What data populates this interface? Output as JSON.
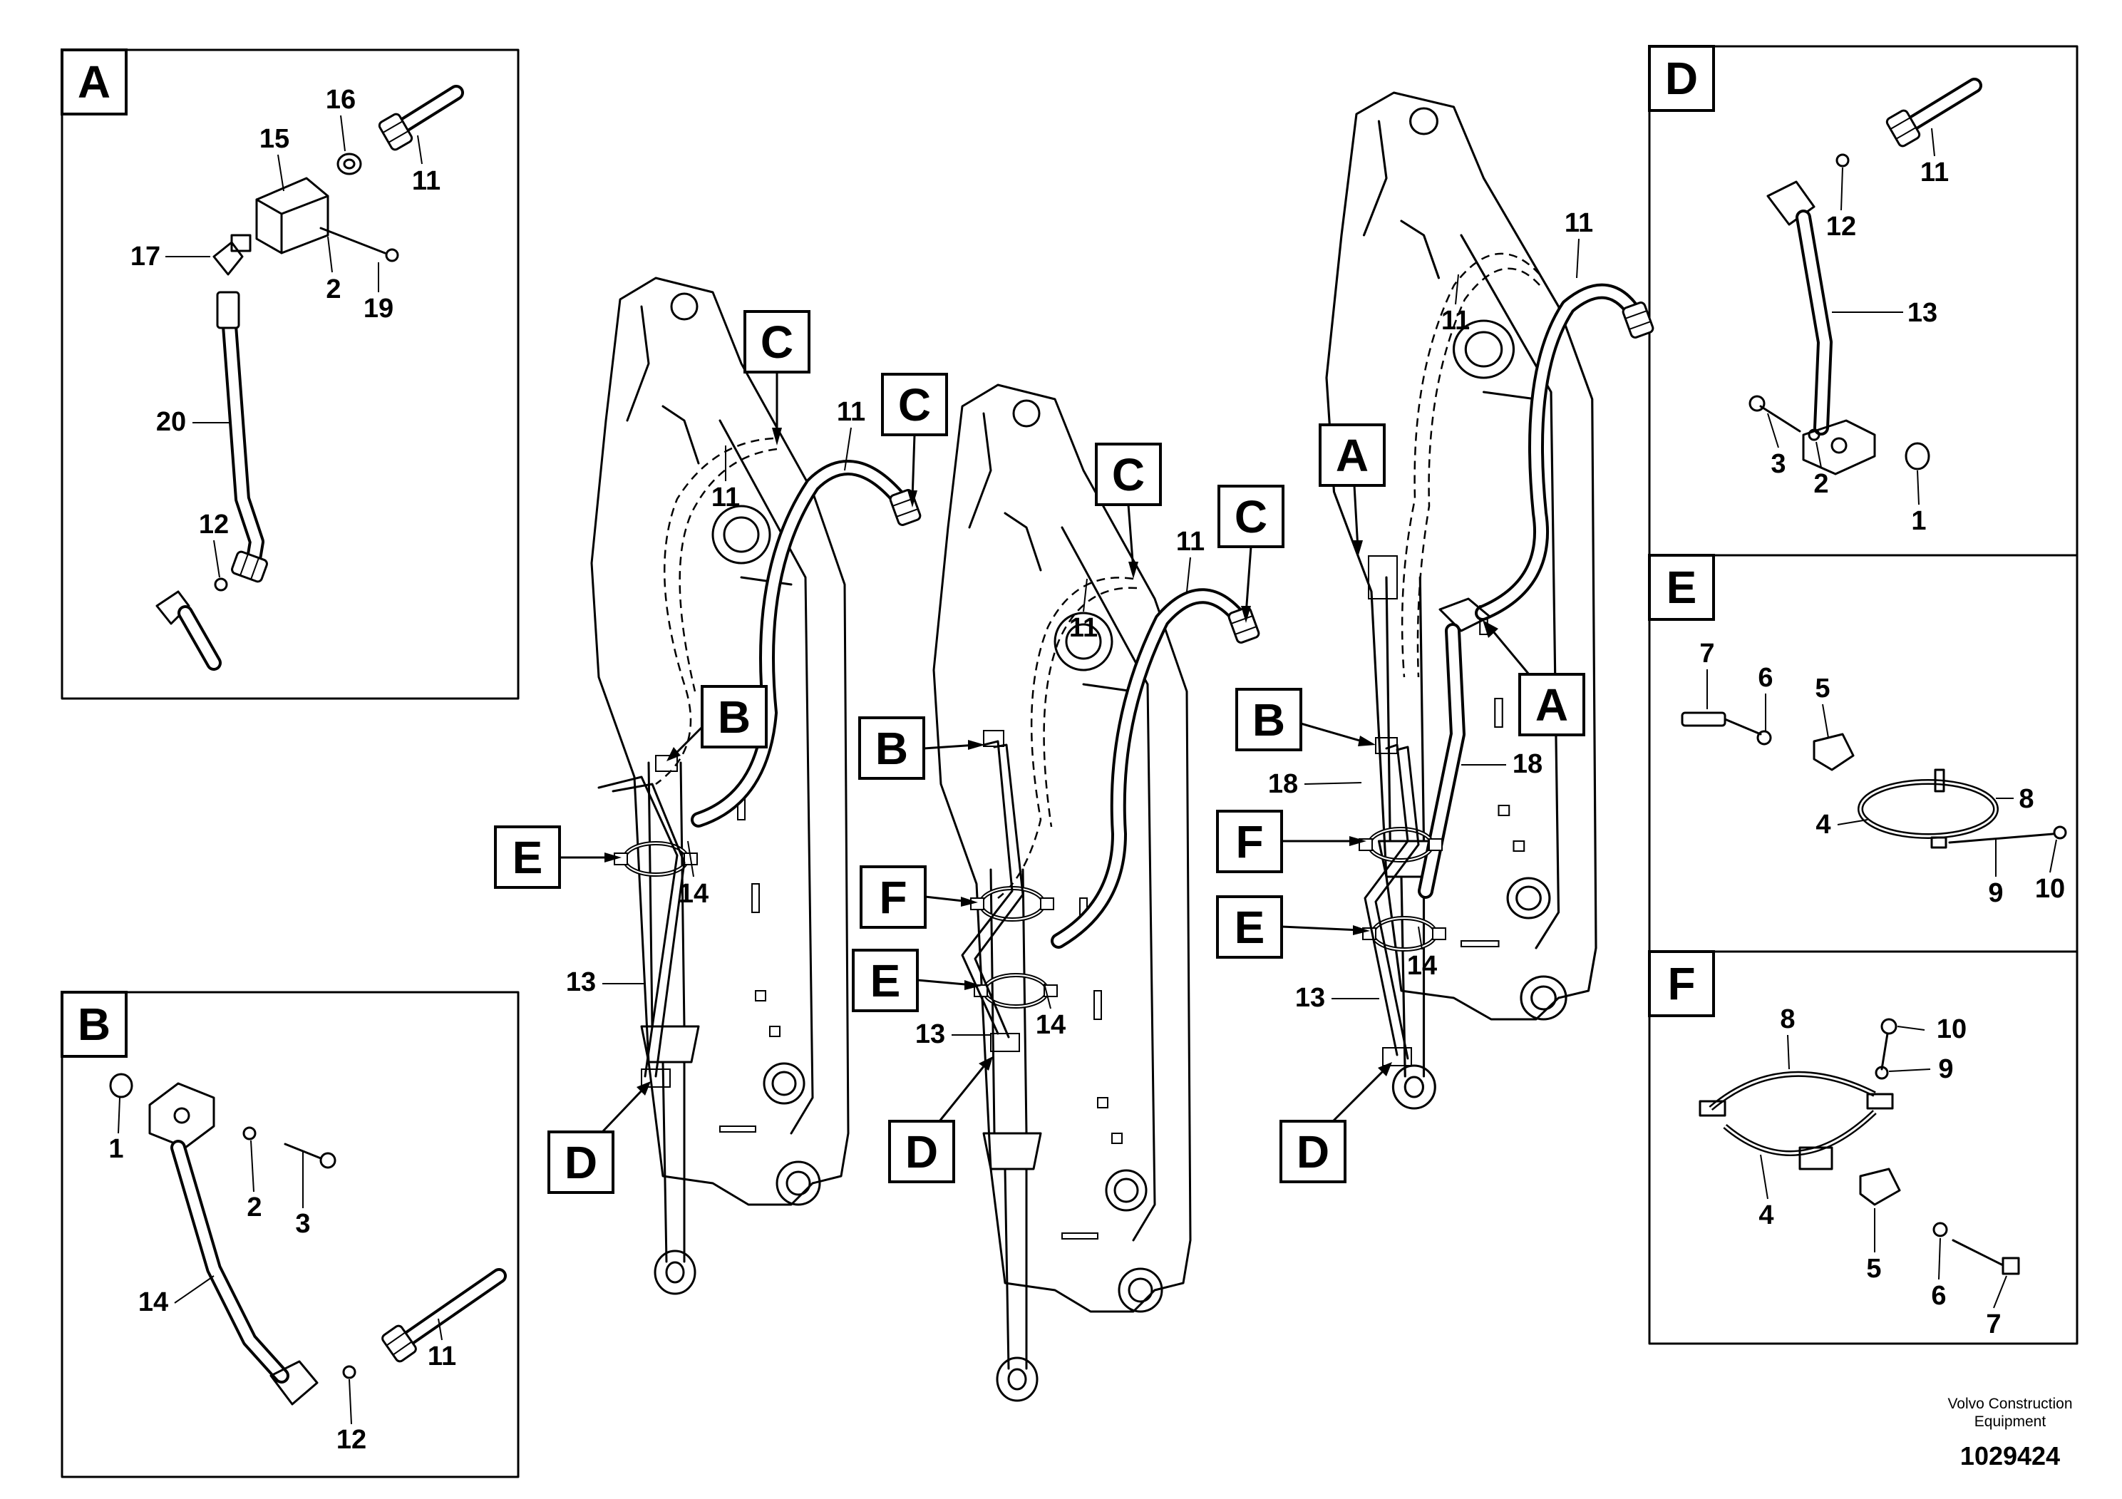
{
  "views": {
    "A": {
      "letter": "A",
      "labels": [
        "16",
        "15",
        "11",
        "17",
        "2",
        "19",
        "20",
        "12"
      ]
    },
    "B": {
      "letter": "B",
      "labels": [
        "1",
        "2",
        "3",
        "14",
        "11",
        "12"
      ]
    },
    "D": {
      "letter": "D",
      "labels": [
        "11",
        "12",
        "13",
        "3",
        "2",
        "1"
      ]
    },
    "E": {
      "letter": "E",
      "labels": [
        "7",
        "6",
        "5",
        "8",
        "4",
        "9",
        "10"
      ]
    },
    "F": {
      "letter": "F",
      "labels": [
        "8",
        "10",
        "9",
        "4",
        "5",
        "6",
        "7"
      ]
    }
  },
  "booms": {
    "left": {
      "refs": {
        "c1": "C",
        "c2": "C",
        "b": "B",
        "e": "E",
        "d": "D"
      },
      "labels": [
        "11",
        "11",
        "14",
        "13"
      ]
    },
    "middle": {
      "refs": {
        "c1": "C",
        "c2": "C",
        "b": "B",
        "f": "F",
        "e": "E",
        "d": "D"
      },
      "labels": [
        "11",
        "11",
        "14",
        "13"
      ]
    },
    "right": {
      "refs": {
        "a1": "A",
        "a2": "A",
        "b": "B",
        "f": "F",
        "e": "E",
        "d": "D"
      },
      "labels": [
        "11",
        "11",
        "18",
        "18",
        "14",
        "13"
      ]
    }
  },
  "footer": {
    "company": "Volvo Construction Equipment",
    "doc_number": "1029424"
  }
}
